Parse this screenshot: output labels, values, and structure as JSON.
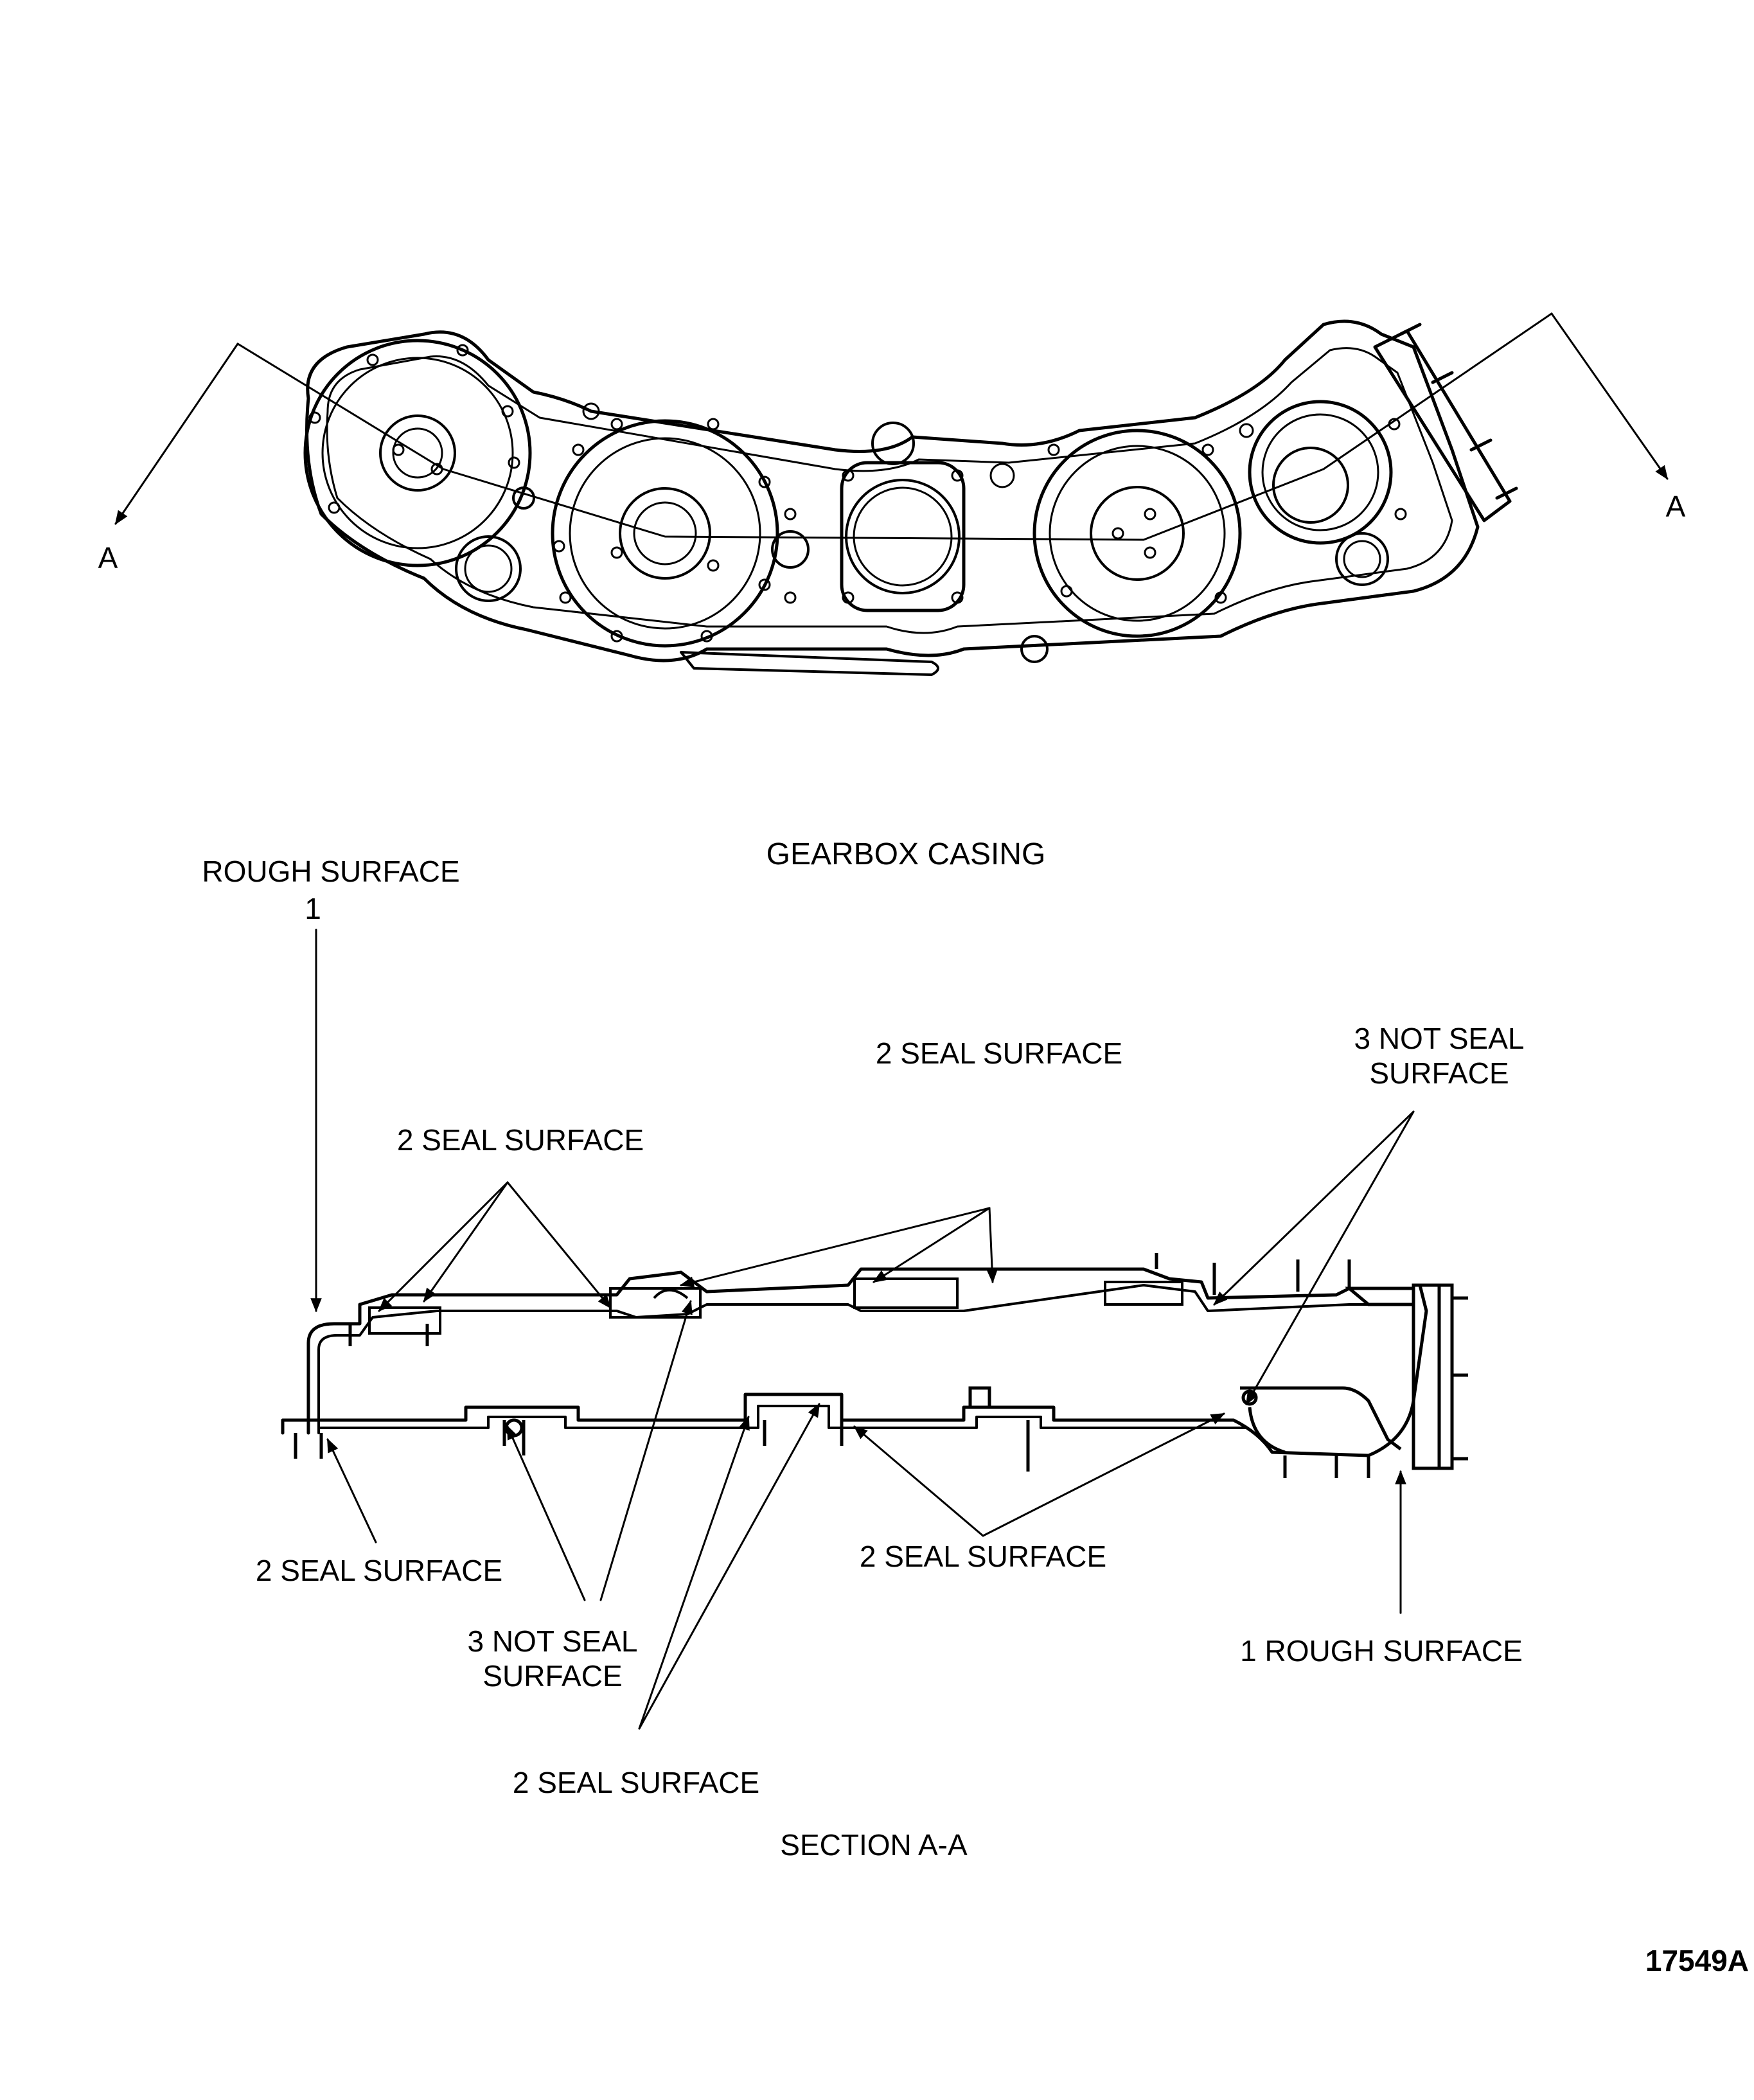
{
  "figure": {
    "section_marker_left": "A",
    "section_marker_right": "A",
    "top_view_title": "GEARBOX CASING",
    "section_title": "SECTION A-A",
    "figure_number": "17549A"
  },
  "callouts": {
    "rough_surface_top_left": "ROUGH SURFACE",
    "rough_surface_top_left_number": "1",
    "seal_surface_upper_left": "2 SEAL SURFACE",
    "seal_surface_upper_center": "2 SEAL SURFACE",
    "not_seal_upper_right_line1": "3 NOT SEAL",
    "not_seal_upper_right_line2": "SURFACE",
    "seal_surface_lower_left": "2 SEAL SURFACE",
    "not_seal_lower_line1": "3 NOT SEAL",
    "not_seal_lower_line2": "SURFACE",
    "seal_surface_lower_center": "2 SEAL SURFACE",
    "seal_surface_bottom": "2 SEAL SURFACE",
    "rough_surface_bottom_right": "1 ROUGH SURFACE"
  }
}
